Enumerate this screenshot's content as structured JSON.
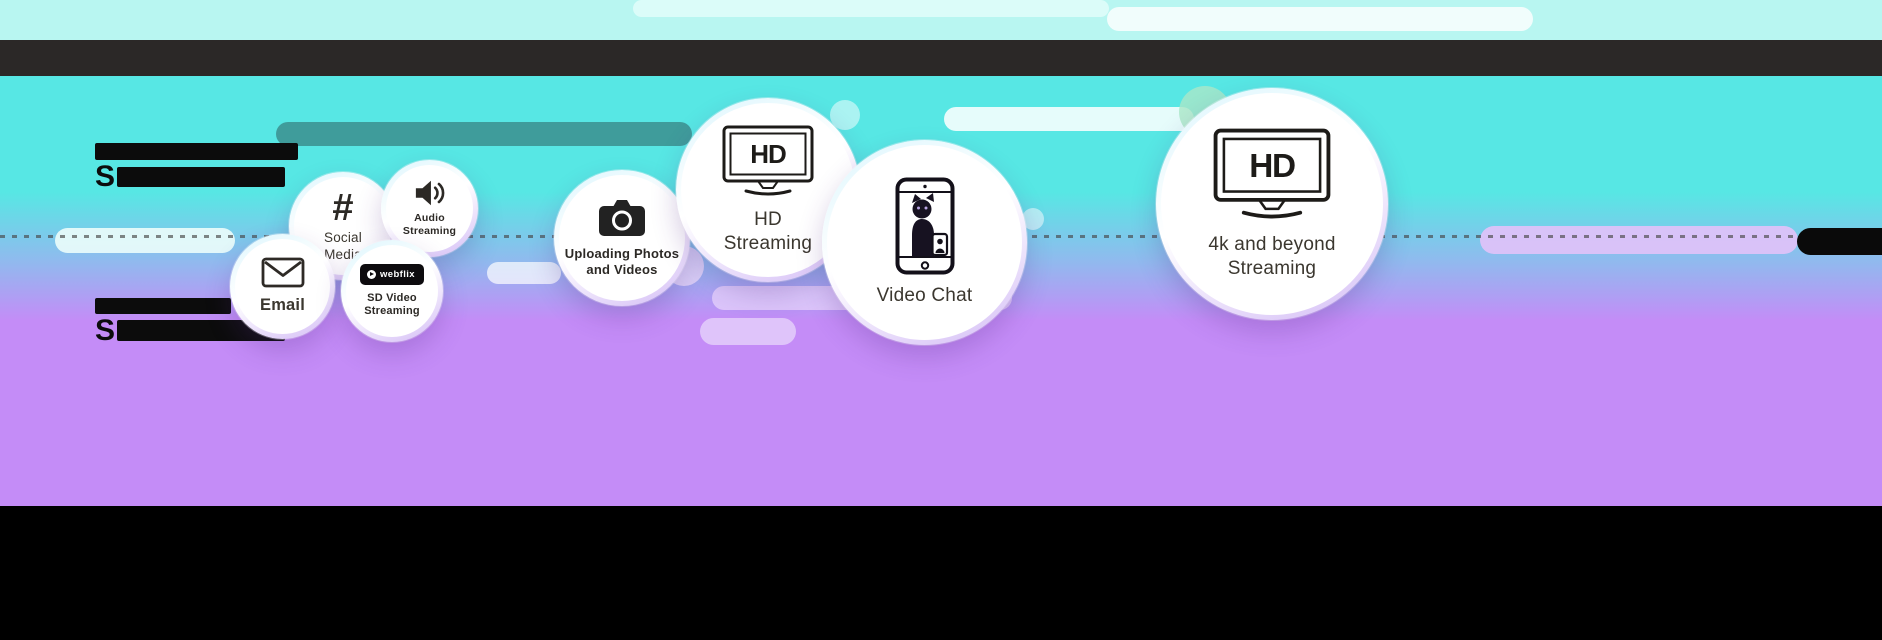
{
  "colors": {
    "top_band": "#b8f6f1",
    "dark_bar": "#2b2827",
    "cyan": "#57e7e4",
    "purple": "#c48cf7",
    "bottom": "#000000",
    "text": "#3b372f"
  },
  "redacted": {
    "group1_letter": "S",
    "group2_letter": "S"
  },
  "icons": {
    "hashtag_glyph": "#",
    "webflix_text": "webflix",
    "hd_badge": "HD"
  },
  "bubbles": [
    {
      "id": "email",
      "icon": "envelope-icon",
      "label": "Email"
    },
    {
      "id": "social-media",
      "icon": "hashtag-icon",
      "label": "Social\nMedia"
    },
    {
      "id": "audio-streaming",
      "icon": "speaker-icon",
      "label": "Audio\nStreaming"
    },
    {
      "id": "sd-video-streaming",
      "icon": "webflix-logo",
      "label": "SD Video\nStreaming"
    },
    {
      "id": "uploading-photos-and-videos",
      "icon": "camera-icon",
      "label": "Uploading Photos\nand Videos"
    },
    {
      "id": "hd-streaming",
      "icon": "tv-hd-icon",
      "label": "HD\nStreaming"
    },
    {
      "id": "video-chat",
      "icon": "phone-video-call-icon",
      "label": "Video Chat"
    },
    {
      "id": "4k-and-beyond-streaming",
      "icon": "tv-hd-icon",
      "label": "4k and beyond\nStreaming"
    }
  ]
}
